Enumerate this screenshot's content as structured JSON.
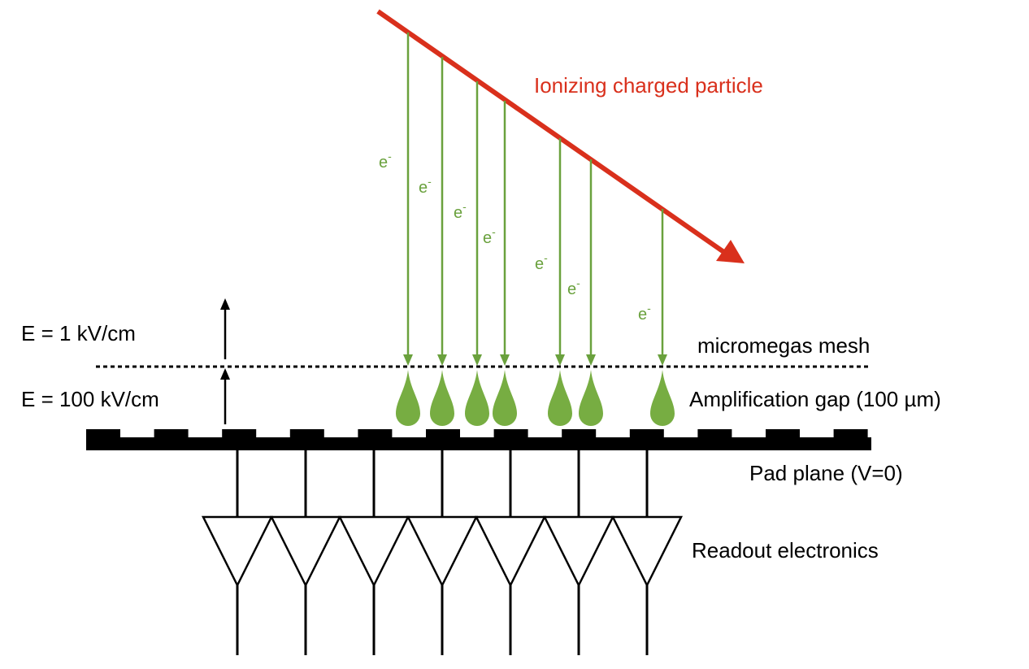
{
  "labels": {
    "particle": "Ionizing charged particle",
    "drift_field": "E = 1 kV/cm",
    "amp_field": "E = 100 kV/cm",
    "mesh": "micromegas mesh",
    "gap": "Amplification gap (100 µm)",
    "pad_plane": "Pad plane (V=0)",
    "readout": "Readout electronics"
  },
  "electron": {
    "base": "e",
    "charge": "-"
  },
  "colors": {
    "particle": "#d9301c",
    "electron": "#6aa13d",
    "avalanche": "#77ad42",
    "structure": "#000000"
  },
  "electron_count": 7,
  "pad_count": 12,
  "readout_channel_count": 7
}
